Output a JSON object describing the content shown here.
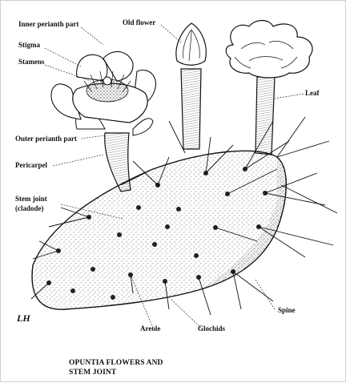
{
  "labels": {
    "inner_perianth": "Inner perianth part",
    "stigma": "Stigma",
    "stamens": "Stamens",
    "old_flower": "Old flower",
    "leaf": "Leaf",
    "outer_perianth": "Outer perianth part",
    "pericarpel": "Pericarpel",
    "stem_joint_1": "Stem joint",
    "stem_joint_2": "(cladode)",
    "areole": "Areole",
    "glochids": "Glochids",
    "spine": "Spine"
  },
  "caption": {
    "line1": "OPUNTIA FLOWERS AND",
    "line2": "STEM JOINT"
  },
  "signature": "LH"
}
